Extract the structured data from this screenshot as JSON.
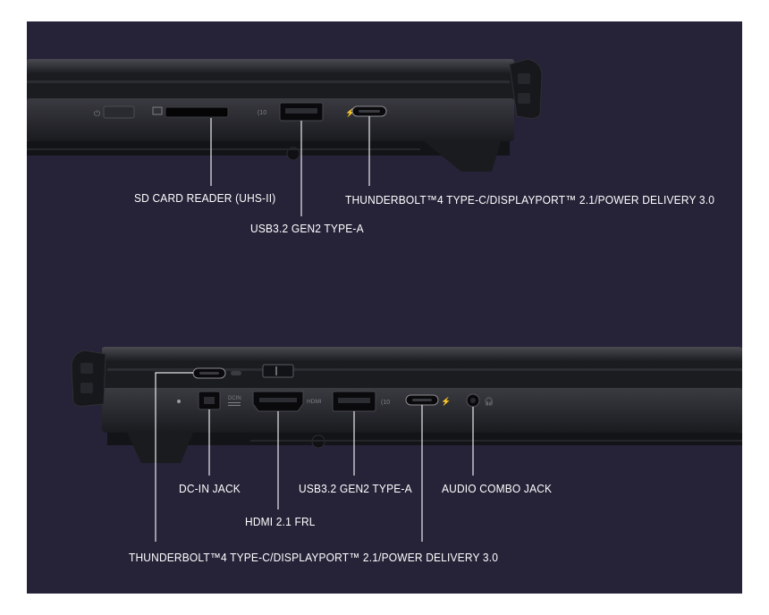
{
  "colors": {
    "background": "#262238",
    "page": "#ffffff",
    "chassis_dark": "#1d1e22",
    "chassis_mid": "#2b2c31",
    "callout_line": "#e9e9ee",
    "label_text": "#ffffff"
  },
  "top_view": {
    "labels": {
      "sd_card_reader": "SD CARD READER (UHS-II)",
      "usb_a": "USB3.2 GEN2 TYPE-A",
      "thunderbolt": "THUNDERBOLT™4 TYPE-C/DISPLAYPORT™ 2.1/POWER DELIVERY 3.0"
    },
    "port_icons": {
      "power": "power-icon",
      "sd": "sd-card-icon",
      "usb_speed": "10Gbps",
      "thunderbolt": "thunderbolt-bolt-icon"
    }
  },
  "bottom_view": {
    "labels": {
      "dc_in": "DC-IN JACK",
      "hdmi": "HDMI 2.1 FRL",
      "usb_a": "USB3.2 GEN2 TYPE-A",
      "audio": "AUDIO COMBO JACK",
      "thunderbolt": "THUNDERBOLT™4 TYPE-C/DISPLAYPORT™ 2.1/POWER DELIVERY 3.0"
    },
    "port_markings": {
      "dc_in": "DCIN",
      "hdmi": "HDMI",
      "usb_speed": "10Gbps",
      "thunderbolt": "thunderbolt-bolt-icon",
      "audio": "headset-icon"
    }
  }
}
